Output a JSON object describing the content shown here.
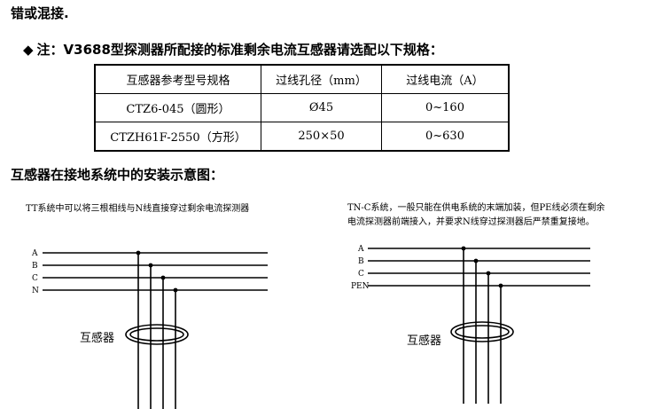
{
  "top_fragment": "错或混接.",
  "note": {
    "bullet": "◆",
    "text": "注：V3688型探测器所配接的标准剩余电流互感器请选配以下规格："
  },
  "spec_table": {
    "headers": [
      "互感器参考型号规格",
      "过线孔径（mm）",
      "过线电流（A）"
    ],
    "rows": [
      [
        "CTZ6-045（圆形）",
        "Ø45",
        "0~160"
      ],
      [
        "CTZH61F-2550（方形）",
        "250×50",
        "0~630"
      ]
    ]
  },
  "section_heading": "互感器在接地系统中的安装示意图：",
  "tt_diagram": {
    "caption": "TT系统中可以将三根相线与N线直接穿过剩余电流探测器",
    "wires": [
      "A",
      "B",
      "C",
      "N"
    ],
    "ct_label": "互感器"
  },
  "tnc_diagram": {
    "caption_line1": "TN-C系统，一般只能在供电系统的末端加装，但PE线必须在剩余",
    "caption_line2": "电流探测器前端接入，并要求N线穿过探测器后严禁重复接地。",
    "wires": [
      "A",
      "B",
      "C",
      "PEN"
    ],
    "ct_label": "互感器"
  }
}
